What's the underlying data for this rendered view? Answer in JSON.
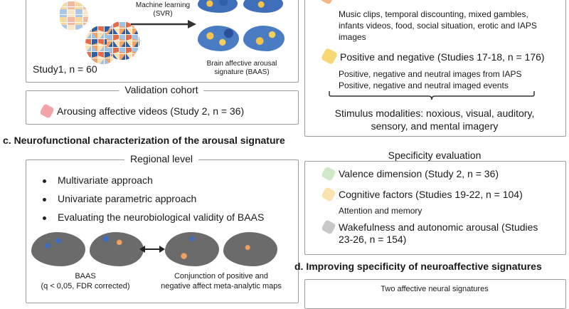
{
  "study1": {
    "ml_label_line1": "Machine learning",
    "ml_label_line2": "(SVR)",
    "study_label": "Study1, n = 60",
    "baas_line1": "Brain affective arousal",
    "baas_line2": "signature (BAAS)"
  },
  "validation": {
    "title": "Validation cohort",
    "item": "Arousing affective videos (Study 2, n = 36)"
  },
  "section_c": {
    "title": "c.  Neurofunctional characterization of the arousal signature",
    "regional_title": "Regional level",
    "bullets": [
      "Multivariate approach",
      "Univariate parametric approach",
      "Evaluating the neurobiological validity of BAAS"
    ],
    "baas_line1": "BAAS",
    "baas_line2": "(q < 0,05, FDR corrected)",
    "conj_line1": "Conjunction of positive and",
    "conj_line2": "negative affect meta-analytic maps"
  },
  "right_top": {
    "stimuli_line1": "Music clips, temporal discounting, mixed gambles,",
    "stimuli_line2": "infants videos, food, social situation, erotic and IAPS",
    "stimuli_line3": "images",
    "posneg_title": "Positive and negative (Studies 17-18, n = 176)",
    "posneg_line1": "Positive, negative and neutral images from IAPS",
    "posneg_line2": "Positive, negative and neutral imaged events",
    "modalities_line1": "Stimulus modalities: noxious, visual, auditory,",
    "modalities_line2": "sensory, and mental imagery"
  },
  "specificity": {
    "title": "Specificity evaluation",
    "valence": "Valence dimension (Study 2, n = 36)",
    "cognitive": "Cognitive factors (Studies 19-22, n = 104)",
    "attention": "Attention and memory",
    "wake_line1": "Wakefulness and autonomic arousal (Studies",
    "wake_line2": "23-26, n = 154)"
  },
  "section_d": {
    "title": "d.  Improving specificity of neuroaffective signatures",
    "box_title": "Two affective neural signatures"
  },
  "colors": {
    "arousal_pink": "#f2a3a8",
    "positive_yellow": "#f7d774",
    "valence_green": "#cfe8c8",
    "cognitive_yellow": "#fbe3b0",
    "wake_gray": "#c8c8c8",
    "orange_accent": "#f0a060"
  }
}
